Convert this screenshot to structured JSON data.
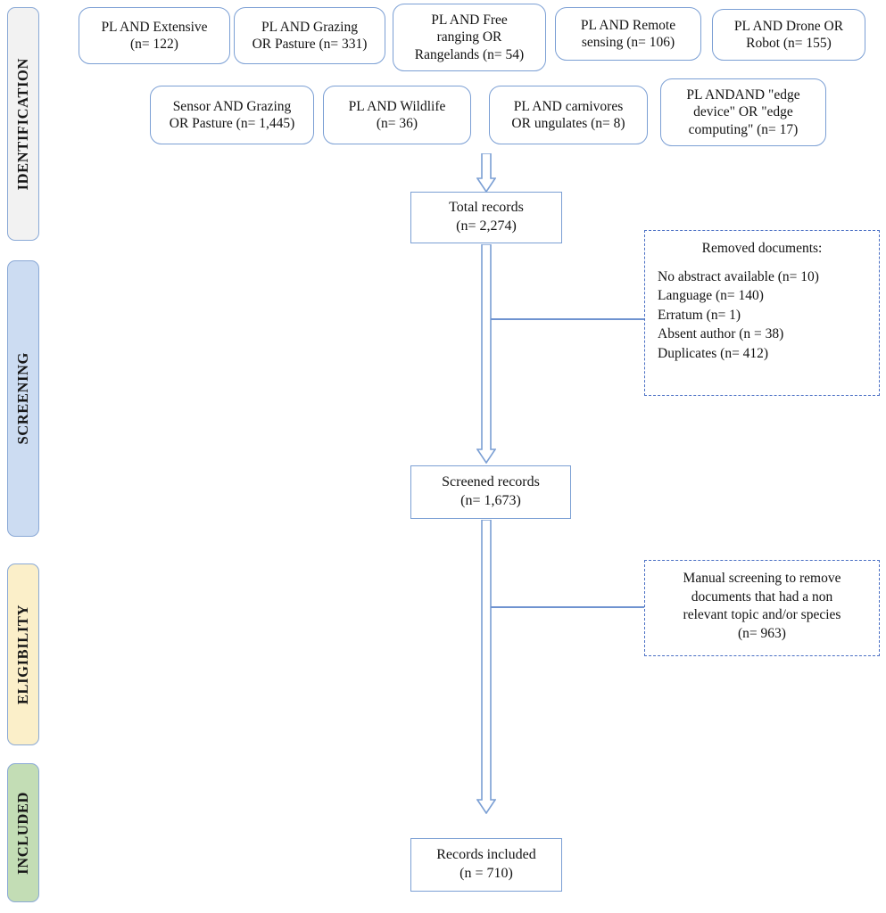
{
  "stages": [
    {
      "id": "identification",
      "label": "IDENTIFICATION",
      "color": "#f2f2f2"
    },
    {
      "id": "screening",
      "label": "SCREENING",
      "color": "#ccdcf2"
    },
    {
      "id": "eligibility",
      "label": "ELIGIBILITY",
      "color": "#fbefc9"
    },
    {
      "id": "included",
      "label": "INCLUDED",
      "color": "#c3ddb5"
    }
  ],
  "search_queries": [
    {
      "line1": "PL AND Extensive",
      "line2": "(n= 122)"
    },
    {
      "line1": "PL AND Grazing",
      "line2": "OR Pasture (n= 331)"
    },
    {
      "line1": "PL AND Free",
      "line2": "ranging OR",
      "line3": "Rangelands (n= 54)"
    },
    {
      "line1": "PL AND Remote",
      "line2": "sensing (n= 106)"
    },
    {
      "line1": "PL AND Drone OR",
      "line2": "Robot (n= 155)"
    },
    {
      "line1": "Sensor AND Grazing",
      "line2": "OR Pasture (n= 1,445)"
    },
    {
      "line1": "PL AND Wildlife",
      "line2": "(n= 36)"
    },
    {
      "line1": "PL AND carnivores",
      "line2": "OR ungulates  (n= 8)"
    },
    {
      "line1": "PL ANDAND \"edge",
      "line2": "device\" OR \"edge",
      "line3": "computing\"  (n= 17)"
    }
  ],
  "flow": {
    "total_records": {
      "line1": "Total records",
      "line2": "(n= 2,274)"
    },
    "screened_records": {
      "line1": "Screened records",
      "line2": "(n= 1,673)"
    },
    "records_included": {
      "line1": "Records included",
      "line2": "(n = 710)"
    }
  },
  "exclusions": {
    "removed": {
      "title": "Removed documents:",
      "items": [
        "No abstract available (n= 10)",
        "Language (n= 140)",
        "Erratum (n= 1)",
        "Absent author (n = 38)",
        "Duplicates (n= 412)"
      ]
    },
    "manual": {
      "line1": "Manual screening to remove",
      "line2": "documents that had a non",
      "line3": "relevant topic and/or species",
      "line4": "(n= 963)"
    }
  },
  "colors": {
    "border_blue": "#7b9fd4",
    "dashed_blue": "#4a6fc4",
    "arrow_blue": "#6f93d0"
  }
}
